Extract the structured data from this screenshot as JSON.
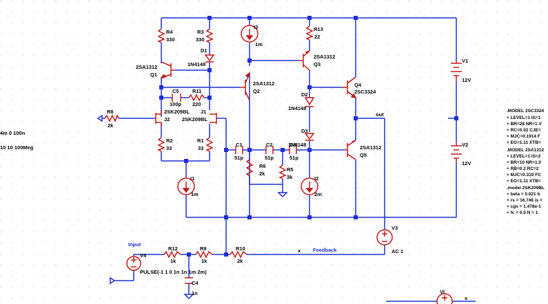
{
  "colors": {
    "wire": "#1f2fd0",
    "part": "#c01818",
    "text": "#000000",
    "node": "#1f2fd0",
    "grid": "#c7c7c7",
    "net": "#1f2fd0"
  },
  "labels": {
    "R4_ref": "R4",
    "R4_val": "330",
    "R3_ref": "R3",
    "R3_val": "330",
    "I3_ref": "I3",
    "I3_val": "1m",
    "R13_ref": "R13",
    "R13_val": "22",
    "D1_ref": "D1",
    "D1_val": "1N4148",
    "Q1_model": "2SA1312",
    "Q1_ref": "Q1",
    "Q2_model": "2SA1312",
    "Q2_ref": "Q2",
    "Q3_model": "2SA1312",
    "Q3_ref": "Q3",
    "Q4_ref": "Q4",
    "Q4_model": "2SC3324",
    "Q5_model": "2SA1312",
    "Q5_ref": "Q5",
    "V1_ref": "V1",
    "V1_val": "12V",
    "V2_ref": "V2",
    "V2_val": "12V",
    "V3_ref": "V3",
    "V3_val": "AC 1",
    "V4_ref": "V4",
    "V4_val": "PULSE(-1 1 0 1n 1n 1m 2m)",
    "C5_ref": "C5",
    "C5_val": "100p",
    "R11_ref": "R11",
    "R11_val": "220",
    "D2_ref": "D2",
    "D2_val": "1N4148",
    "D3_ref": "D3",
    "D3_val": "1N4148",
    "R8_ref": "R8",
    "R8_val": "2k",
    "J2_model": "2SK209BL",
    "J2_ref": "J2",
    "J1_ref": "J1",
    "J1_model": "2SK209BL",
    "R2_ref": "R2",
    "R2_val": "33",
    "R1_ref": "R1",
    "R1_val": "33",
    "C1_ref": "C1",
    "C1_val": "51p",
    "C2_ref": "C2",
    "C2_val": "51p",
    "C3_ref": "C3",
    "C3_val": "51p",
    "R6_ref": "R6",
    "R6_val": "2k",
    "R5_ref": "R5",
    "R5_val": "3k",
    "I1_ref": "I1",
    "I1_val": "1m",
    "I2_ref": "I2",
    "I2_val": "2m",
    "R12_ref": "R12",
    "R12_val": "1k",
    "R9_ref": "R9",
    "R9_val": "1k",
    "R10_ref": "R10",
    "R10_val": "2k",
    "C4_ref": "C4",
    "C4_val": "1n",
    "out_net": "out",
    "x_net": "x",
    "x2_net": "x",
    "input_label": "Input",
    "feedback_label": "Feedback",
    "left_dir1": "4m 0 100n",
    "left_dir2": "10 10 100Meg",
    "vl_ref": "Vl"
  },
  "models": [
    ".MODEL 2SC3324",
    "+ LEVEL=1 IS=1",
    "+ BR=28 NR=1 V",
    "+ RC=0.02 CJE=",
    "+ MJC=0.1914 F",
    "+ EG=1.11 XTB=",
    ".MODEL 2SA1312",
    "+ LEVEL=1 IS=2",
    "+ BR=10 NR=1.0",
    "+ RB=0.2 RC=2",
    "+ MJC=0.319 FC",
    "+ EG=1.11 XTB=",
    ".model 2SK209BL",
    "+ beta = 0.021 b",
    "+ rs = 16.746 is =",
    "+ cgs = 1.478e-1",
    "+ fc = 0.5 N = 1"
  ]
}
